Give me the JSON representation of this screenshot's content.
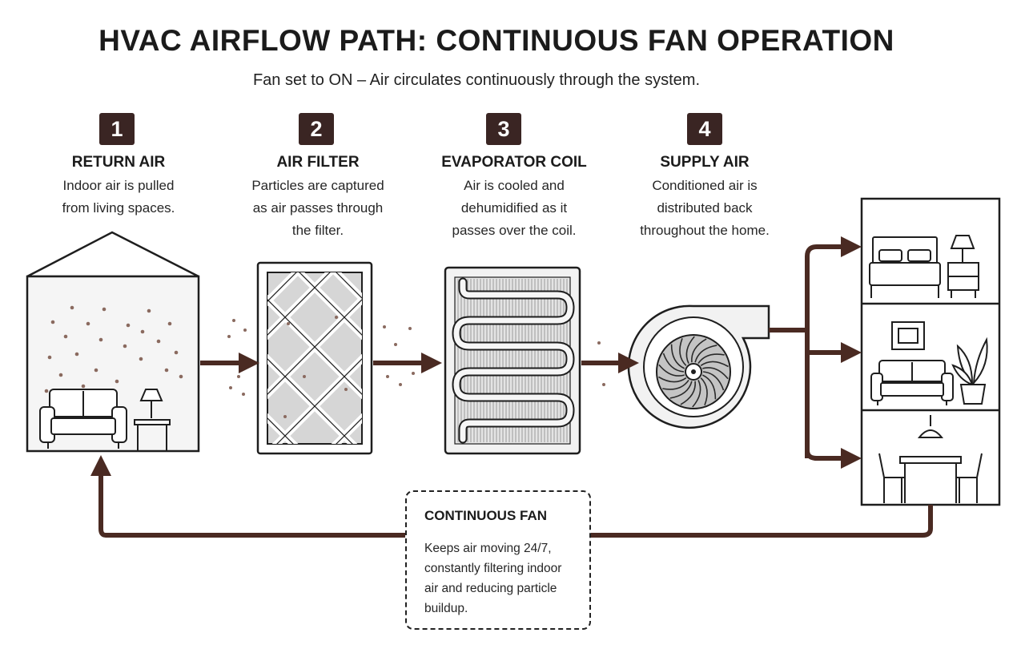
{
  "title": "HVAC AIRFLOW PATH: CONTINUOUS FAN OPERATION",
  "subtitle": "Fan set to ON – Air circulates continuously through the system.",
  "steps": [
    {
      "number": "1",
      "title": "RETURN AIR",
      "desc": [
        "Indoor air is pulled",
        "from living spaces."
      ]
    },
    {
      "number": "2",
      "title": "AIR FILTER",
      "desc": [
        "Particles are captured",
        "as air passes through",
        "the filter."
      ]
    },
    {
      "number": "3",
      "title": "EVAPORATOR COIL",
      "desc": [
        "Air is cooled and",
        "dehumidified as it",
        "passes over the coil."
      ]
    },
    {
      "number": "4",
      "title": "SUPPLY AIR",
      "desc": [
        "Conditioned air is",
        "distributed back",
        "throughout the home."
      ]
    }
  ],
  "note": {
    "title": "CONTINUOUS FAN",
    "lines": [
      "Keeps air moving 24/7,",
      "constantly filtering indoor",
      "air and reducing particle",
      "buildup."
    ]
  },
  "colors": {
    "arrow": "#4a2a22",
    "badge": "#3a2523",
    "line": "#1e1e1e",
    "fill": "#f4f4f4"
  }
}
